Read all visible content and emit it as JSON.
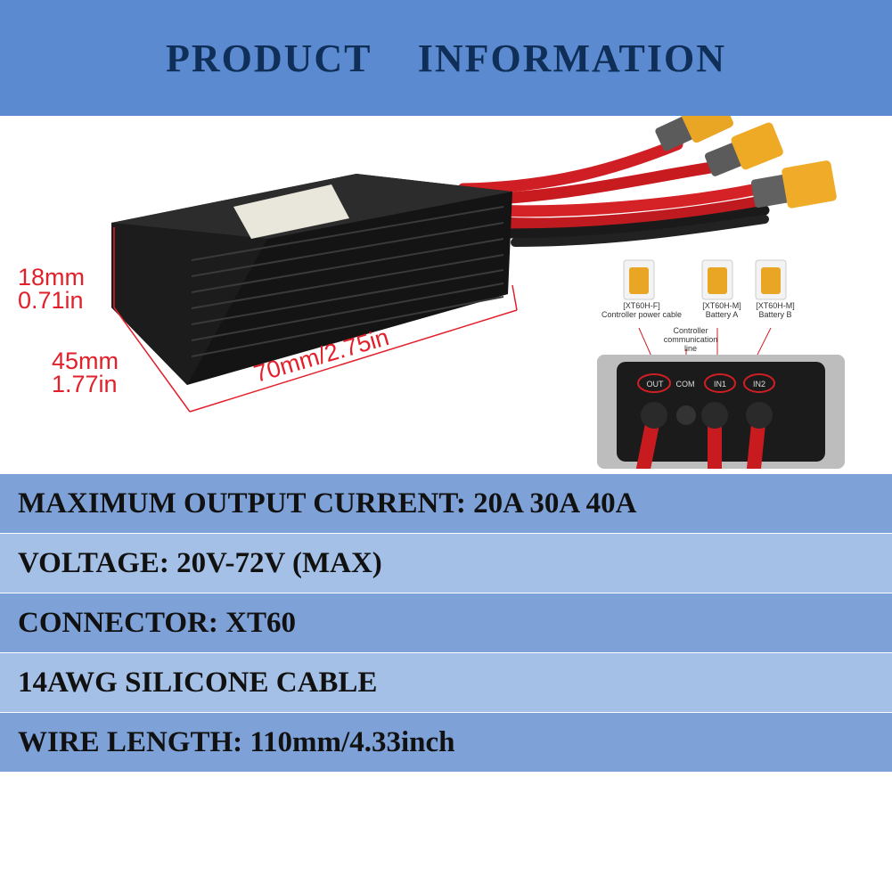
{
  "banner": {
    "title": "PRODUCT    INFORMATION"
  },
  "colors": {
    "banner_bg": "#5b8ad0",
    "banner_text": "#0f2f58",
    "row_dark": "#7ea2d8",
    "row_light": "#a4c0e6",
    "dimension_red": "#e2202b"
  },
  "dimensions": {
    "height_mm": "18mm",
    "height_in": "0.71in",
    "depth_mm": "45mm",
    "depth_in": "1.77in",
    "length": "70mm/2.75in"
  },
  "inset": {
    "connector_f": "[XT60H-F]",
    "connector_f_desc": "Controller power cable",
    "connector_a": "[XT60H-M]",
    "connector_a_desc": "Battery  A",
    "connector_b": "[XT60H-M]",
    "connector_b_desc": "Battery  B",
    "comm_line_1": "Controller",
    "comm_line_2": "communication line",
    "port_out": "OUT",
    "port_com": "COM",
    "port_in1": "IN1",
    "port_in2": "IN2"
  },
  "specs": [
    "MAXIMUM OUTPUT CURRENT: 20A 30A 40A",
    "VOLTAGE: 20V-72V (MAX)",
    "CONNECTOR: XT60",
    "14AWG SILICONE CABLE",
    "WIRE LENGTH: 110mm/4.33inch"
  ]
}
